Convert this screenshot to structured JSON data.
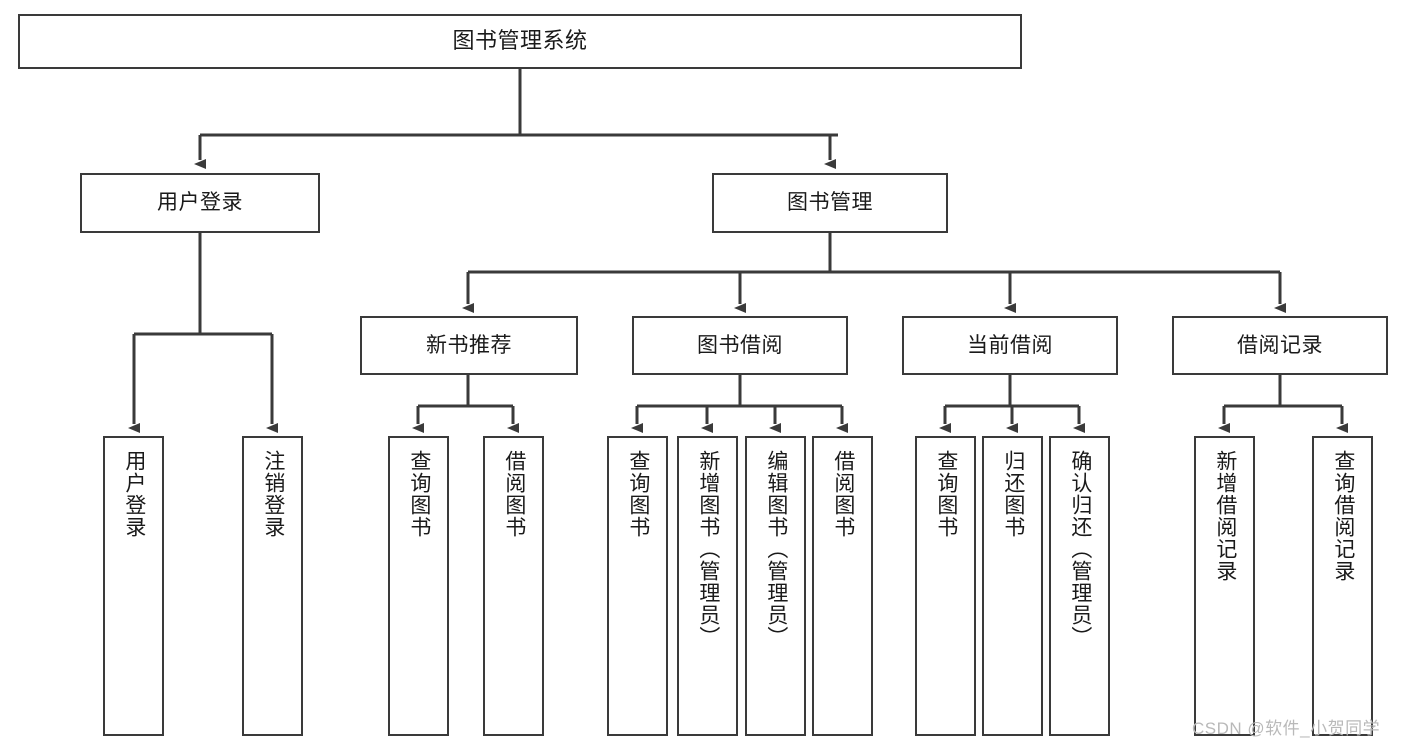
{
  "diagram": {
    "title": "图书管理系统",
    "type": "功能结构图",
    "root": {
      "id": "root",
      "label": "图书管理系统"
    },
    "level1": [
      {
        "id": "user-login",
        "label": "用户登录"
      },
      {
        "id": "book-manage",
        "label": "图书管理"
      }
    ],
    "level2": [
      {
        "id": "new-book-recommend",
        "label": "新书推荐",
        "parent": "book-manage"
      },
      {
        "id": "book-borrow",
        "label": "图书借阅",
        "parent": "book-manage"
      },
      {
        "id": "current-borrow",
        "label": "当前借阅",
        "parent": "book-manage"
      },
      {
        "id": "borrow-record",
        "label": "借阅记录",
        "parent": "book-manage"
      }
    ],
    "leaves": [
      {
        "id": "leaf-user-login",
        "label": "用户登录",
        "parent": "user-login"
      },
      {
        "id": "leaf-logout",
        "label": "注销登录",
        "parent": "user-login"
      },
      {
        "id": "leaf-query-book-1",
        "label": "查询图书",
        "parent": "new-book-recommend"
      },
      {
        "id": "leaf-borrow-book-1",
        "label": "借阅图书",
        "parent": "new-book-recommend"
      },
      {
        "id": "leaf-query-book-2",
        "label": "查询图书",
        "parent": "book-borrow"
      },
      {
        "id": "leaf-add-book",
        "label": "新增图书（管理员）",
        "parent": "book-borrow"
      },
      {
        "id": "leaf-edit-book",
        "label": "编辑图书（管理员）",
        "parent": "book-borrow"
      },
      {
        "id": "leaf-borrow-book-2",
        "label": "借阅图书",
        "parent": "book-borrow"
      },
      {
        "id": "leaf-query-book-3",
        "label": "查询图书",
        "parent": "current-borrow"
      },
      {
        "id": "leaf-return-book",
        "label": "归还图书",
        "parent": "current-borrow"
      },
      {
        "id": "leaf-confirm-return",
        "label": "确认归还（管理员）",
        "parent": "current-borrow"
      },
      {
        "id": "leaf-add-record",
        "label": "新增借阅记录",
        "parent": "borrow-record"
      },
      {
        "id": "leaf-query-record",
        "label": "查询借阅记录",
        "parent": "borrow-record"
      }
    ],
    "watermark": "CSDN @软件_小贺同学",
    "colors": {
      "stroke": "#3a3a3a",
      "background": "#ffffff",
      "text": "#1a1a1a",
      "watermark": "#b9b9b9"
    }
  }
}
